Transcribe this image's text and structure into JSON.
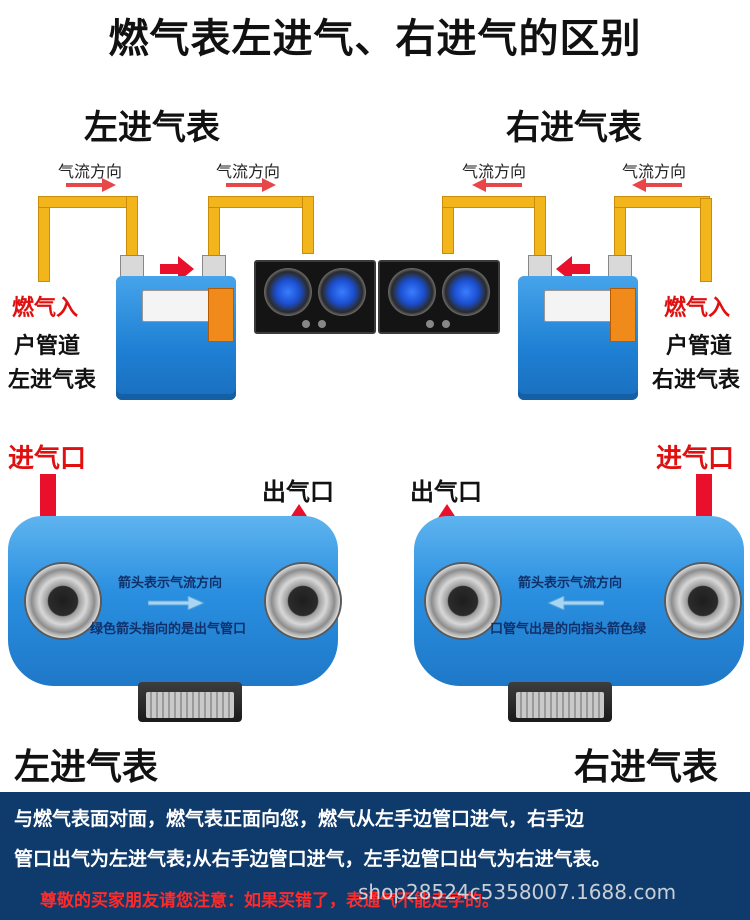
{
  "title": "燃气表左进气、右进气的区别",
  "left_section": {
    "heading": "左进气表",
    "flow_label_1": "气流方向",
    "flow_label_2": "气流方向",
    "gas_in": "燃气入",
    "desc_line1": "户管道",
    "desc_line2": "左进气表"
  },
  "right_section": {
    "heading": "右进气表",
    "flow_label_1": "气流方向",
    "flow_label_2": "气流方向",
    "gas_in": "燃气入",
    "desc_line1": "户管道",
    "desc_line2": "右进气表"
  },
  "lower_left": {
    "inlet": "进气口",
    "outlet": "出气口",
    "panel_line1": "箭头表示气流方向",
    "panel_line2": "绿色箭头指向的是出气管口",
    "label": "左进气表"
  },
  "lower_right": {
    "inlet": "进气口",
    "outlet": "出气口",
    "panel_line1": "箭头表示气流方向",
    "panel_line2": "口管气出是的向指头箭色绿",
    "label": "右进气表"
  },
  "footer": {
    "line1": "与燃气表面对面，燃气表正面向您，燃气从左手边管口进气，右手边",
    "line2": "管口出气为左进气表;从右手边管口进气，左手边管口出气为右进气表。",
    "warning": "尊敬的买家朋友请您注意：如果买错了，表通气不能走字的。",
    "watermark": "shop28524c5358007.1688.com"
  },
  "colors": {
    "accent_red": "#e01010",
    "meter_blue": "#2a8fe0",
    "pipe_yellow": "#f2b51b",
    "footer_bg": "#0e3a6c"
  },
  "icons": {
    "flow_arrow_right": "arrow-right-icon",
    "flow_arrow_left": "arrow-left-icon",
    "down_arrow": "arrow-down-icon",
    "up_arrow": "arrow-up-icon"
  }
}
